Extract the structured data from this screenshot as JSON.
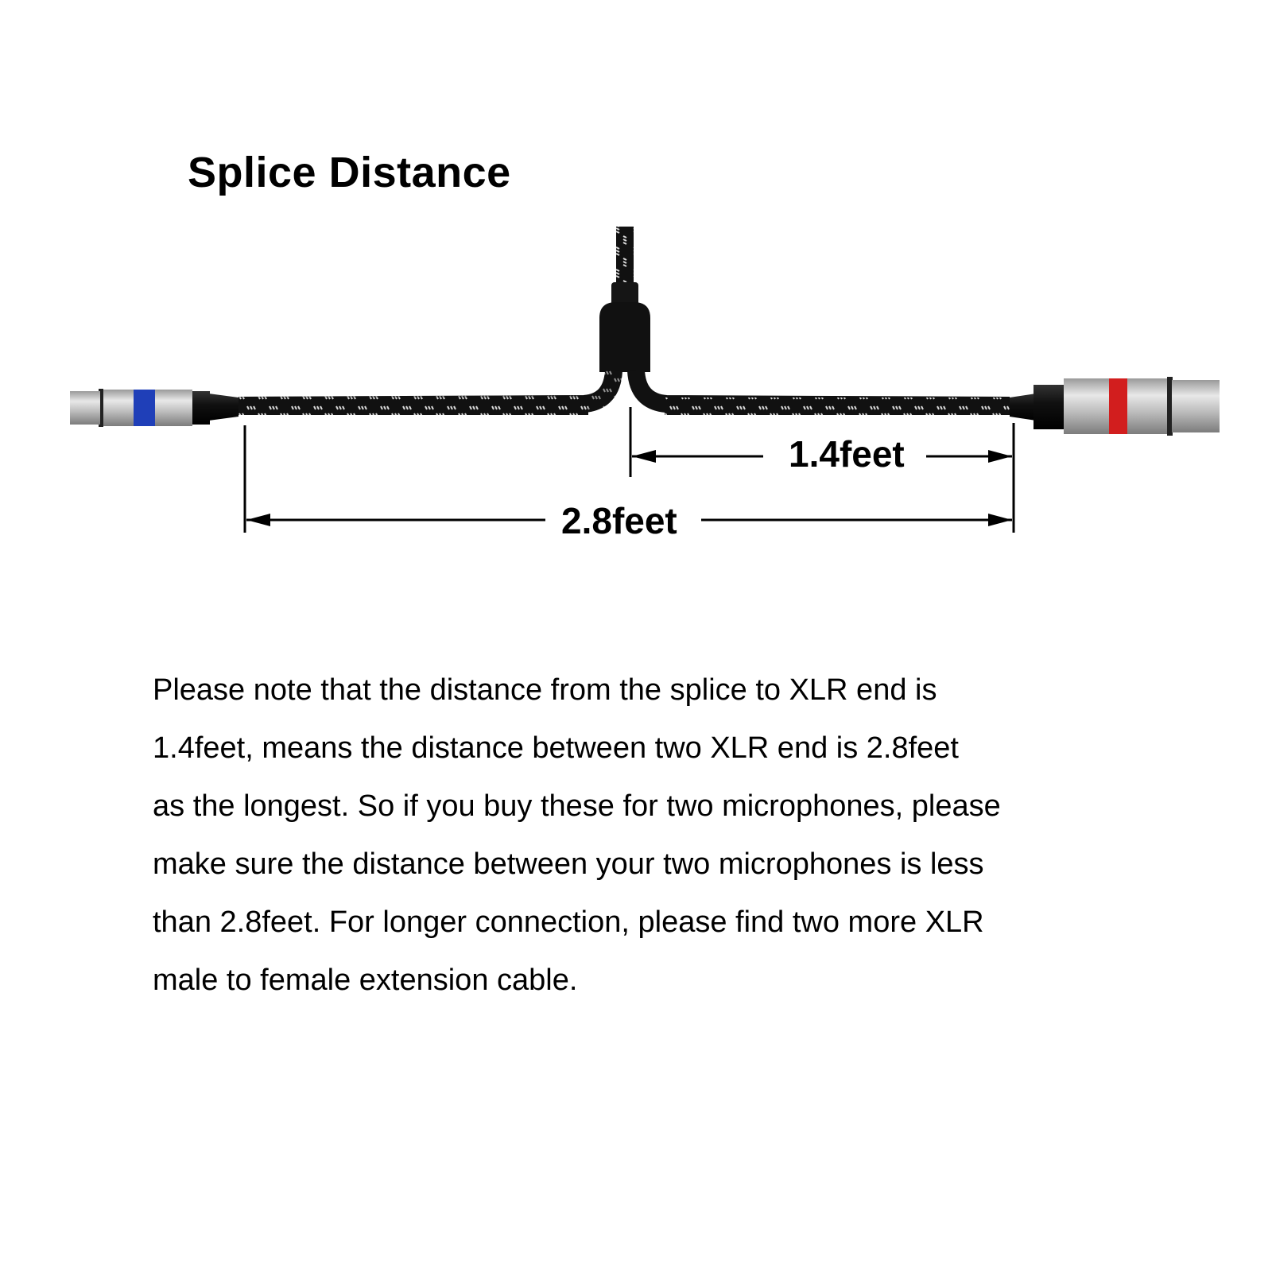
{
  "title": "Splice Distance",
  "diagram": {
    "subject": "XLR Y-splitter cable",
    "left_connector": {
      "type": "XLR female",
      "ring_color": "#1f3fb8"
    },
    "right_connector": {
      "type": "XLR female",
      "ring_color": "#d21e1e"
    },
    "splice_block_color": "#111111",
    "cable_style": "black with white braid pattern",
    "dimensions": {
      "splice_to_end_label": "1.4feet",
      "end_to_end_label": "2.8feet"
    }
  },
  "note": {
    "lines": [
      "Please note that the distance from the splice to XLR end is",
      "1.4feet, means the distance between two XLR end is 2.8feet",
      "as the longest. So if you buy these for two microphones, please",
      "make sure the distance between your two microphones is less",
      "than 2.8feet. For longer connection, please find two more XLR",
      "male to female extension cable."
    ]
  }
}
